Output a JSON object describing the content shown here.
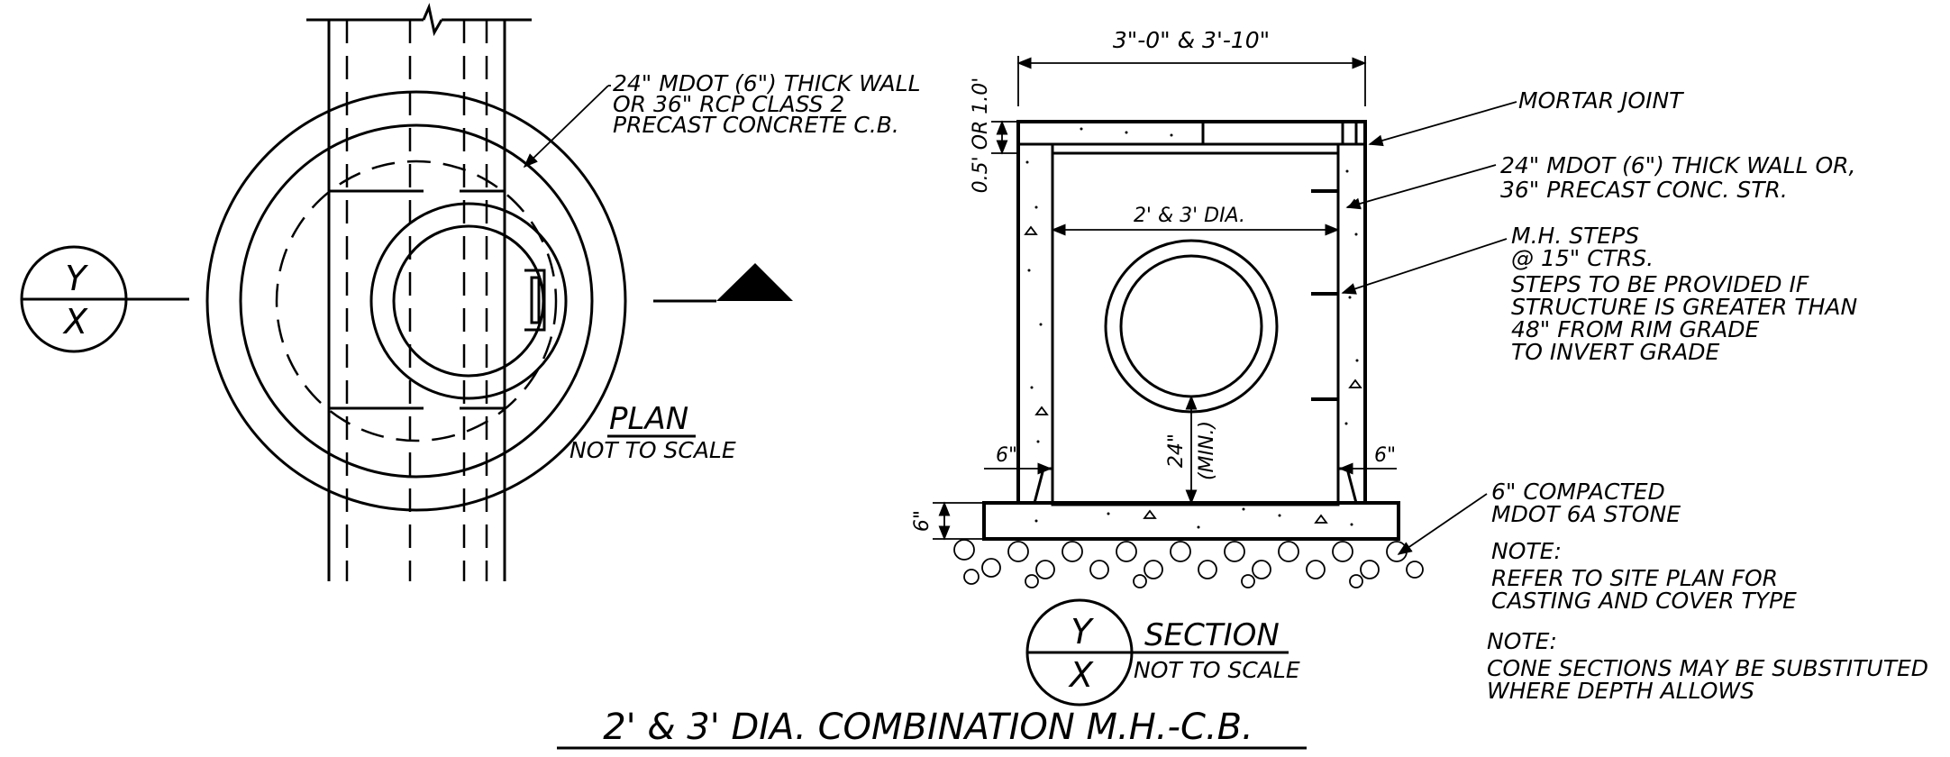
{
  "title": "2' & 3' DIA. COMBINATION M.H.-C.B.",
  "plan": {
    "label": "PLAN",
    "scale": "NOT TO SCALE",
    "marker_top": "Y",
    "marker_bottom": "X",
    "callout": [
      "24\" MDOT (6\") THICK WALL",
      "OR 36\" RCP CLASS 2",
      "PRECAST CONCRETE C.B."
    ]
  },
  "section": {
    "label": "SECTION",
    "scale": "NOT TO SCALE",
    "marker_top": "Y",
    "marker_bottom": "X",
    "dim_top": "3\"-0\" & 3'-10\"",
    "dim_inner": "2' & 3'  DIA.",
    "dim_left_height": "0.5' OR 1.0'",
    "dim_min_main": "24\"",
    "dim_min_sub": "(MIN.)",
    "dim_wall_left": "6\"",
    "dim_wall_right": "6\"",
    "dim_base": "6\""
  },
  "callouts": {
    "mortar_joint": "MORTAR JOINT",
    "wall": [
      "24\" MDOT (6\") THICK WALL OR,",
      "36\" PRECAST CONC. STR."
    ],
    "steps": [
      "M.H. STEPS",
      "@ 15\" CTRS.",
      "STEPS TO BE PROVIDED IF",
      "STRUCTURE IS GREATER THAN",
      "48\" FROM RIM GRADE",
      "TO INVERT GRADE"
    ],
    "stone": [
      "6\" COMPACTED",
      "MDOT 6A STONE"
    ]
  },
  "notes": [
    {
      "heading": "NOTE:",
      "lines": [
        "REFER TO SITE PLAN FOR",
        "CASTING AND COVER TYPE"
      ]
    },
    {
      "heading": "NOTE:",
      "lines": [
        "CONE SECTIONS MAY BE SUBSTITUTED",
        "WHERE DEPTH ALLOWS"
      ]
    }
  ]
}
